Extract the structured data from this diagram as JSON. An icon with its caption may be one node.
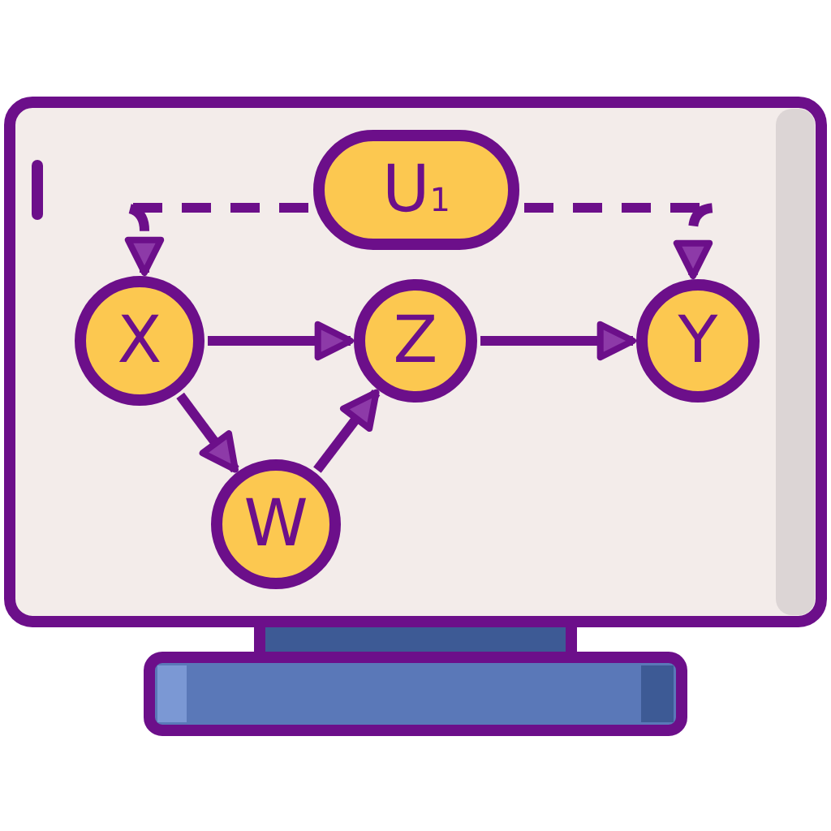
{
  "diagram": {
    "nodes": [
      {
        "text": [
          "U$_{1}$"
        ]
      },
      {
        "text": [
          "X"
        ]
      },
      {
        "text": [
          "Z"
        ]
      },
      {
        "text": [
          "Y"
        ]
      },
      {
        "text": [
          "W"
        ]
      }
    ],
    "edges": [
      {
        "from": 0,
        "to": 1,
        "arrow": "to",
        "style": "dashed"
      },
      {
        "from": 0,
        "to": 3,
        "arrow": "to",
        "style": "dashed"
      },
      {
        "from": 1,
        "to": 2,
        "arrow": "to"
      },
      {
        "from": 2,
        "to": 3,
        "arrow": "to"
      },
      {
        "from": 1,
        "to": 4,
        "arrow": "to"
      },
      {
        "from": 4,
        "to": 2,
        "arrow": "to"
      }
    ]
  }
}
